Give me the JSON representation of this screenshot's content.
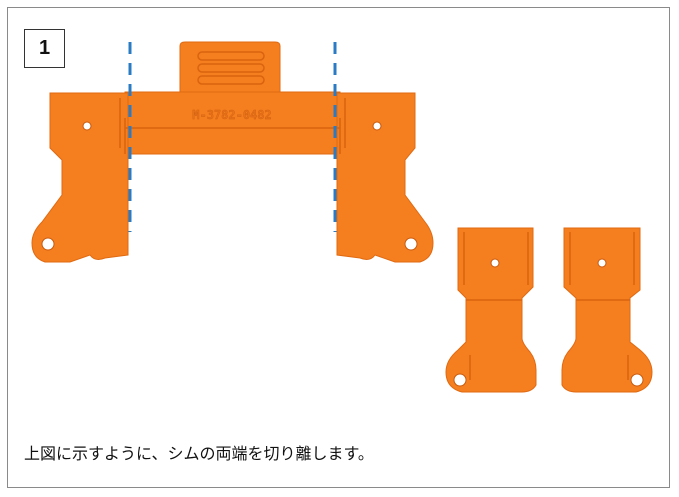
{
  "step": {
    "number": "1"
  },
  "figure": {
    "part_marking": "M-3782-0482",
    "part_color": "#f57e1f",
    "part_dark": "#e06a12",
    "cut_line_color": "#2a7bc4",
    "cut_line_style": "dashed"
  },
  "instruction": {
    "text": "上図に示すように、シムの両端を切り離します。"
  }
}
